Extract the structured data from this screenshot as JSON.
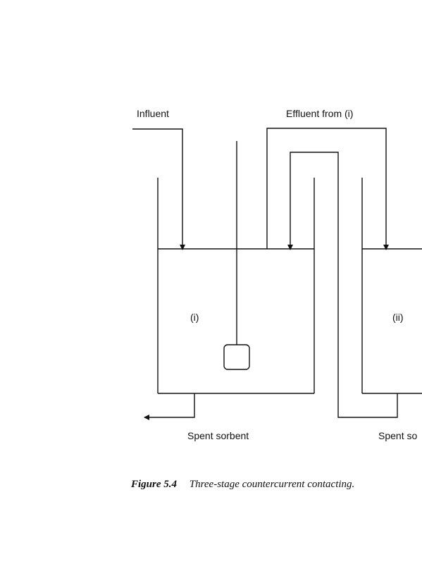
{
  "diagram": {
    "labels": {
      "influent": "Influent",
      "effluent_from_i": "Effluent from (i)",
      "stage_i": "(i)",
      "stage_ii": "(ii)",
      "spent_sorbent_1": "Spent sorbent",
      "spent_sorbent_2": "Spent so"
    },
    "caption": {
      "figure_number": "Figure  5.4",
      "text": "Three-stage countercurrent contacting."
    }
  }
}
